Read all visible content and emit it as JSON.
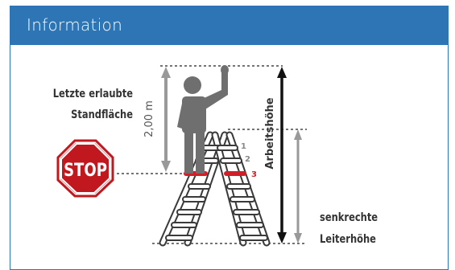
{
  "header": {
    "title": "Information"
  },
  "labels": {
    "last_step_line1": "Letzte erlaubte",
    "last_step_line2": "Standfläche",
    "height_marker": "2,00 m",
    "working_height": "Arbeitshöhe",
    "ladder_height_line1": "senkrechte",
    "ladder_height_line2": "Leiterhöhe"
  },
  "stop_sign": {
    "text": "STOP"
  },
  "step_numbers": [
    "1",
    "2",
    "3"
  ],
  "colors": {
    "header_bg": "#2e75b6",
    "stop_red": "#c0181e",
    "figure_gray": "#6f6f6f",
    "arrow_gray": "#999999",
    "highlight_red": "#d01f26"
  }
}
